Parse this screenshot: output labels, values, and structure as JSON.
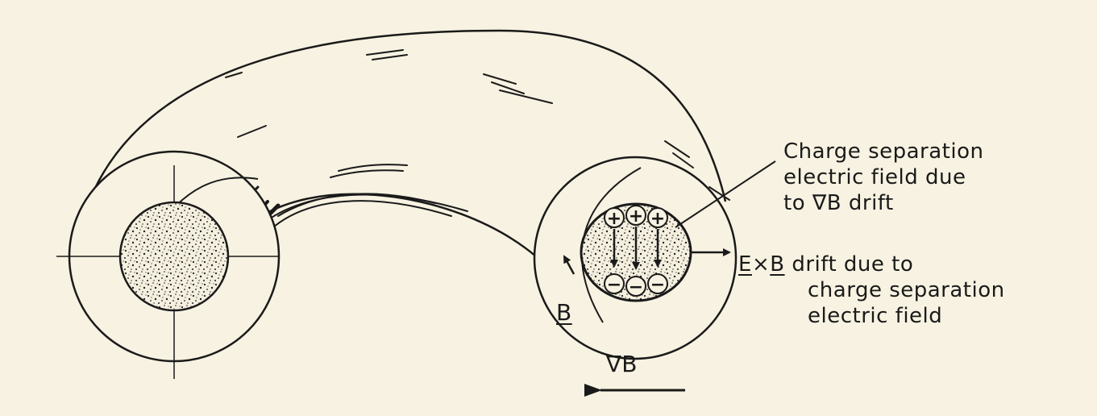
{
  "colors": {
    "paper": "#f7f2e1",
    "ink": "#1a1a1a"
  },
  "labels": {
    "charge_line1": "Charge separation",
    "charge_line2": "electric field due",
    "charge_line3_prefix": "to ",
    "charge_line3_nabla": "∇",
    "charge_line3_suffix": "B drift",
    "exb_e": "E",
    "exb_times": "×",
    "exb_b": "B",
    "exb_line1_rest": " drift due to",
    "exb_line2": "charge separation",
    "exb_line3": "electric field",
    "b_field": "B",
    "grad_b": "∇B",
    "plus_sign": "+",
    "minus_sign": "−"
  }
}
